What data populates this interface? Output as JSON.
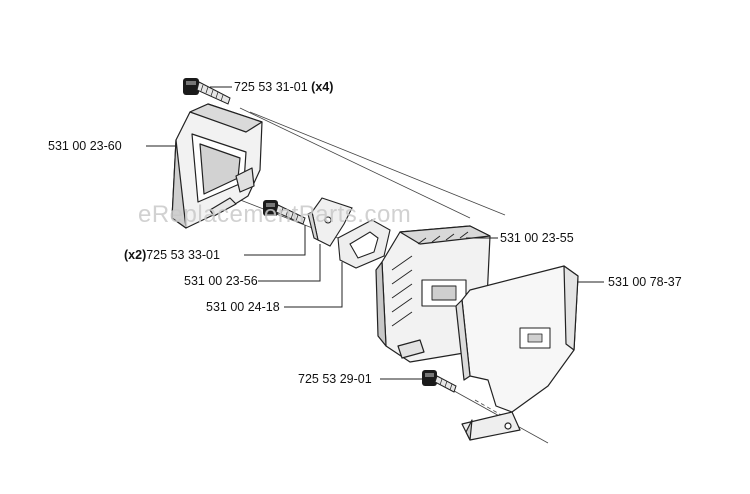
{
  "watermark": "eReplacementParts.com",
  "colors": {
    "line": "#222222",
    "fill_light": "#f4f4f4",
    "fill_dark": "#cfcfcf",
    "bolt": "#1a1a1a",
    "watermark": "#c9c9c9"
  },
  "parts": [
    {
      "id": "bolt-top",
      "number": "725 53 31-01",
      "qty": "(x4)"
    },
    {
      "id": "housing",
      "number": "531 00 23-60"
    },
    {
      "id": "bolt-mid",
      "number": "725 53 33-01",
      "qty": "(x2)"
    },
    {
      "id": "bracket",
      "number": "531 00 23-56"
    },
    {
      "id": "muffler",
      "number": "531 00 23-55"
    },
    {
      "id": "gasket",
      "number": "531 00 24-18"
    },
    {
      "id": "heat-shield",
      "number": "531 00 78-37"
    },
    {
      "id": "bolt-bottom",
      "number": "725 53 29-01"
    }
  ]
}
